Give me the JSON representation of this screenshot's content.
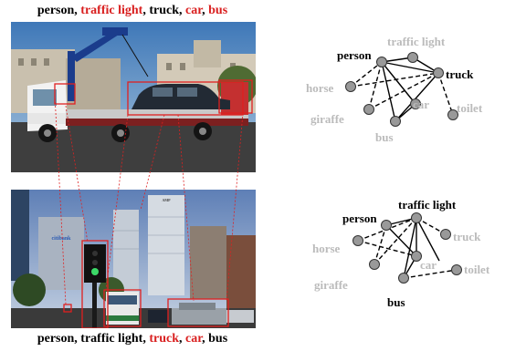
{
  "top": {
    "caption": [
      {
        "text": "person",
        "highlight": false
      },
      {
        "text": ", ",
        "highlight": false
      },
      {
        "text": "traffic light",
        "highlight": true
      },
      {
        "text": ", ",
        "highlight": false
      },
      {
        "text": "truck",
        "highlight": false
      },
      {
        "text": ", ",
        "highlight": false
      },
      {
        "text": "car",
        "highlight": true
      },
      {
        "text": ", ",
        "highlight": false
      },
      {
        "text": "bus",
        "highlight": true
      }
    ],
    "graph": {
      "nodes": {
        "person": "person",
        "traffic_light": "traffic light",
        "truck": "truck",
        "horse": "horse",
        "giraffe": "giraffe",
        "car": "car",
        "bus": "bus",
        "toilet": "toilet"
      },
      "active": [
        "person",
        "truck"
      ]
    }
  },
  "bottom": {
    "caption": [
      {
        "text": "person",
        "highlight": false
      },
      {
        "text": ", ",
        "highlight": false
      },
      {
        "text": "traffic light",
        "highlight": false
      },
      {
        "text": ", ",
        "highlight": false
      },
      {
        "text": "truck",
        "highlight": true
      },
      {
        "text": ", ",
        "highlight": false
      },
      {
        "text": "car",
        "highlight": true
      },
      {
        "text": ", ",
        "highlight": false
      },
      {
        "text": "bus",
        "highlight": false
      }
    ],
    "graph": {
      "nodes": {
        "person": "person",
        "traffic_light": "traffic light",
        "truck": "truck",
        "horse": "horse",
        "giraffe": "giraffe",
        "car": "car",
        "bus": "bus",
        "toilet": "toilet"
      },
      "active": [
        "person",
        "traffic_light",
        "bus"
      ]
    },
    "photo_signs": [
      "AMP",
      "citibank"
    ]
  },
  "colors": {
    "highlight": "#d91f1f",
    "active_label": "#000000",
    "inactive_label": "#bbbbbb",
    "node_fill": "#999999",
    "box": "#e02020"
  }
}
